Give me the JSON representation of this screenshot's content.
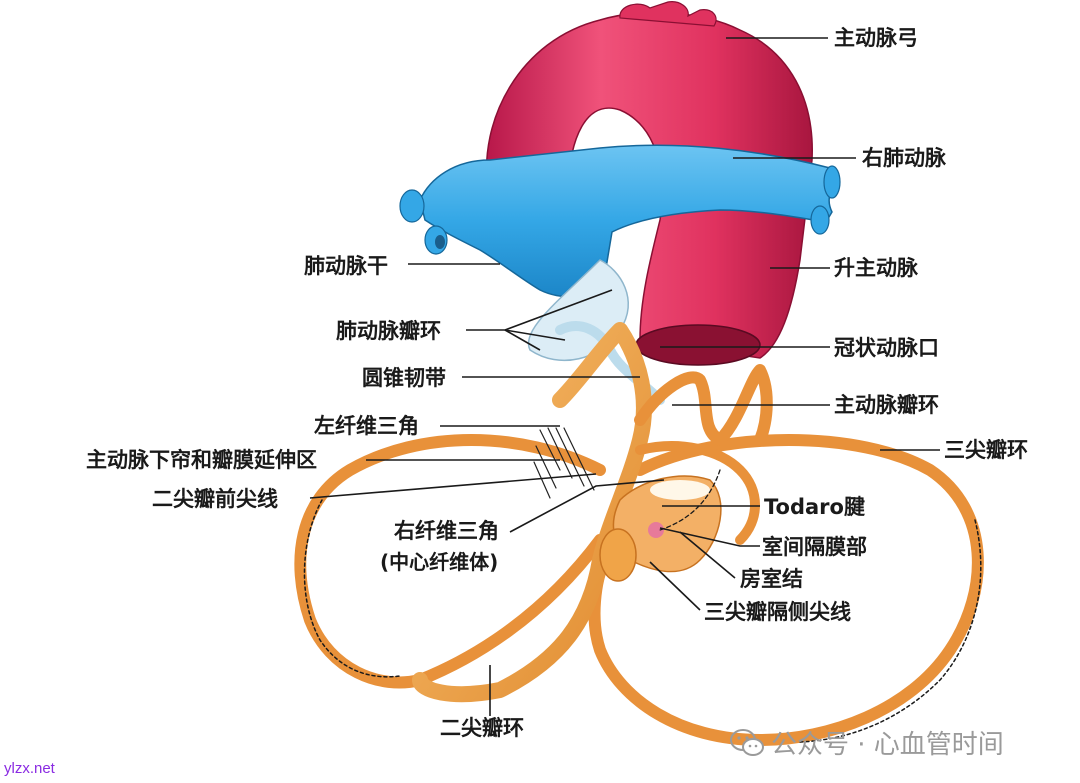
{
  "labels": {
    "aortic_arch": "主动脉弓",
    "right_pulmonary_artery": "右肺动脉",
    "ascending_aorta": "升主动脉",
    "pulmonary_trunk": "肺动脉干",
    "pulmonary_valve_annulus": "肺动脉瓣环",
    "coronary_ostium": "冠状动脉口",
    "conus_ligament": "圆锥韧带",
    "aortic_valve_annulus": "主动脉瓣环",
    "left_fibrous_trigone": "左纤维三角",
    "tricuspid_annulus": "三尖瓣环",
    "subaortic_curtain": "主动脉下帘和瓣膜延伸区",
    "anterior_mitral_commissure": "二尖瓣前尖线",
    "todaro_tendon": "Todaro腱",
    "right_fibrous_trigone": "右纤维三角",
    "central_fibrous_body": "(中心纤维体)",
    "membranous_septum": "室间隔膜部",
    "av_node": "房室结",
    "tricuspid_septal_commissure": "三尖瓣隔侧尖线",
    "mitral_annulus": "二尖瓣环"
  },
  "watermark": {
    "icon": "wechat-icon",
    "text": "公众号 · 心血管时间"
  },
  "site": "ylzx.net",
  "colors": {
    "aorta": "#e0325f",
    "pulmonary": "#34a7e6",
    "fibrous": "#f0a448",
    "ligament": "#cfe8f5"
  }
}
